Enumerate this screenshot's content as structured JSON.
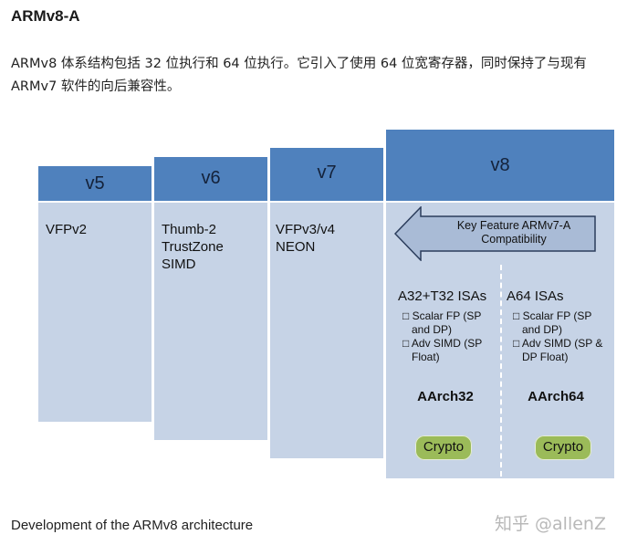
{
  "article": {
    "title": "ARMv8-A",
    "paragraph_line1": "ARMv8 体系结构包括 32 位执行和 64 位执行。它引入了使用 64 位宽寄存器，同时保持了与现有",
    "paragraph_line2": "ARMv7 软件的向后兼容性。",
    "caption": "Development of the ARMv8 architecture"
  },
  "watermark": "知乎 @allenZ",
  "diagram": {
    "v5": {
      "label": "v5",
      "features": "VFPv2"
    },
    "v6": {
      "label": "v6",
      "features": "Thumb-2\nTrustZone\nSIMD"
    },
    "v7": {
      "label": "v7",
      "features": "VFPv3/v4\nNEON"
    },
    "v8": {
      "label": "v8",
      "key_feature": "Key Feature ARMv7-A\nCompatibility",
      "aarch32": {
        "title": "A32+T32 ISAs",
        "items": "□ Scalar FP (SP\n   and DP)\n□ Adv SIMD (SP\n   Float)",
        "name": "AArch32",
        "crypto": "Crypto"
      },
      "aarch64": {
        "title": "A64 ISAs",
        "items": "□ Scalar FP (SP\n   and DP)\n□ Adv SIMD (SP &\n   DP Float)",
        "name": "AArch64",
        "crypto": "Crypto"
      }
    }
  },
  "colors": {
    "header": "#4f81bd",
    "body": "#c6d3e6",
    "arrow": "#a9bbd6",
    "crypto": "#9bbb59"
  }
}
